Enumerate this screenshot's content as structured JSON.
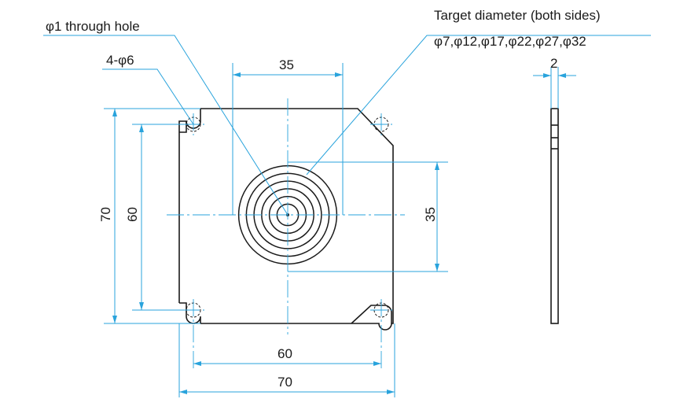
{
  "labels": {
    "through_hole": "φ1 through hole",
    "mount_holes": "4-φ6",
    "target_title": "Target diameter (both sides)",
    "target_values": "φ7,φ12,φ17,φ22,φ27,φ32",
    "thickness": "2"
  },
  "dimensions": {
    "top_width": "35",
    "right_height": "35",
    "outer_height": "70",
    "inner_height": "60",
    "inner_width": "60",
    "outer_width": "70"
  },
  "colors": {
    "outline": "#1a1a1a",
    "dimension": "#29a3dc"
  },
  "target_rings_diameters": [
    7,
    12,
    17,
    22,
    27,
    32
  ]
}
